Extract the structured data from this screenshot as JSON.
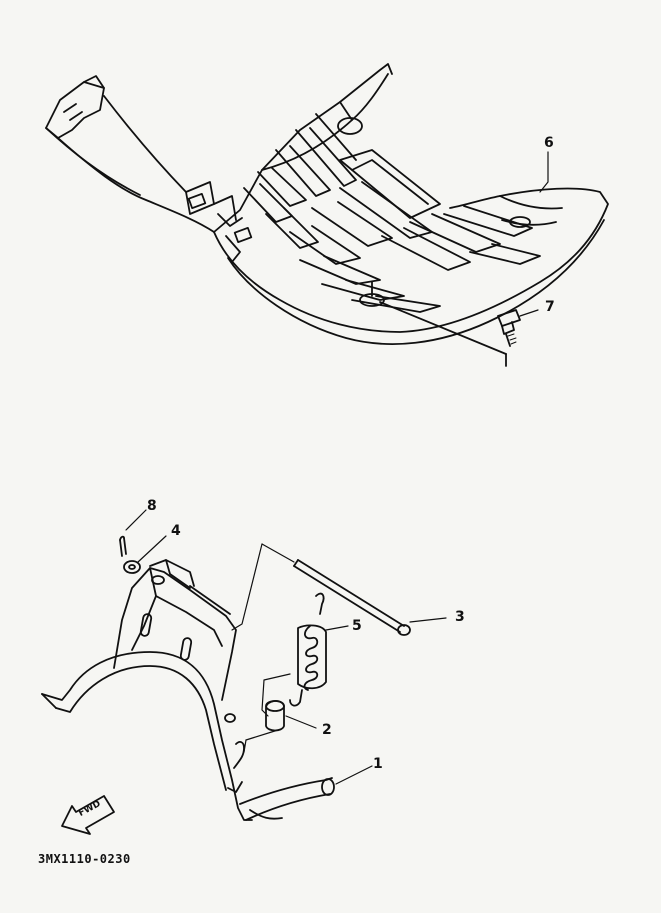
{
  "diagram_code": "3MX1110-0230",
  "fwd_label": "FWD",
  "callouts": {
    "part_1": "1",
    "part_2": "2",
    "part_3": "3",
    "part_4": "4",
    "part_5": "5",
    "part_6": "6",
    "part_7": "7",
    "part_8": "8"
  },
  "colors": {
    "ink": "#111111",
    "paper": "#f6f6f3"
  }
}
